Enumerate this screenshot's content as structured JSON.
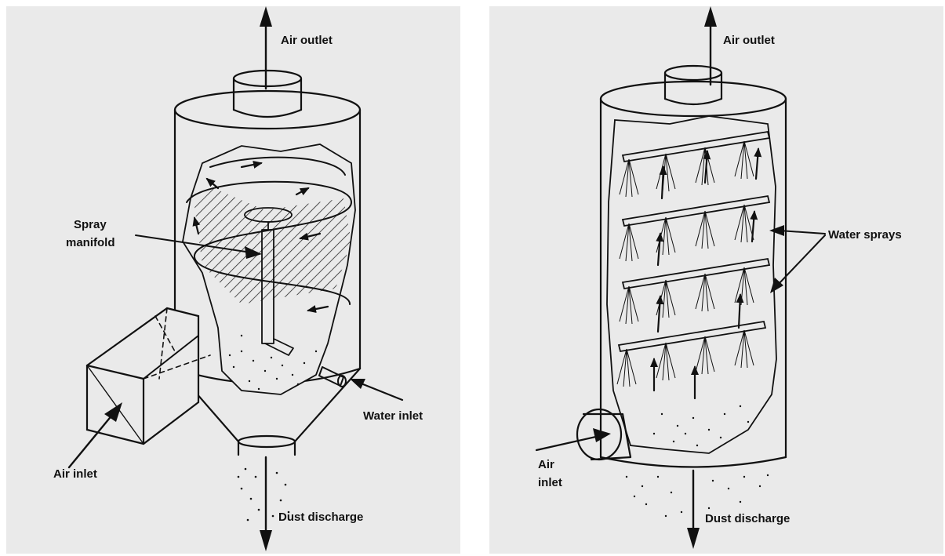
{
  "left_diagram": {
    "labels": {
      "air_outlet": "Air outlet",
      "spray": "Spray",
      "manifold": "manifold",
      "water_inlet": "Water inlet",
      "air_inlet": "Air inlet",
      "dust_discharge": "Dust discharge"
    }
  },
  "right_diagram": {
    "labels": {
      "air_outlet": "Air outlet",
      "water_sprays": "Water sprays",
      "air": "Air",
      "inlet": "inlet",
      "dust_discharge": "Dust discharge"
    }
  },
  "colors": {
    "ink": "#111111",
    "paper": "#eaeaea"
  }
}
